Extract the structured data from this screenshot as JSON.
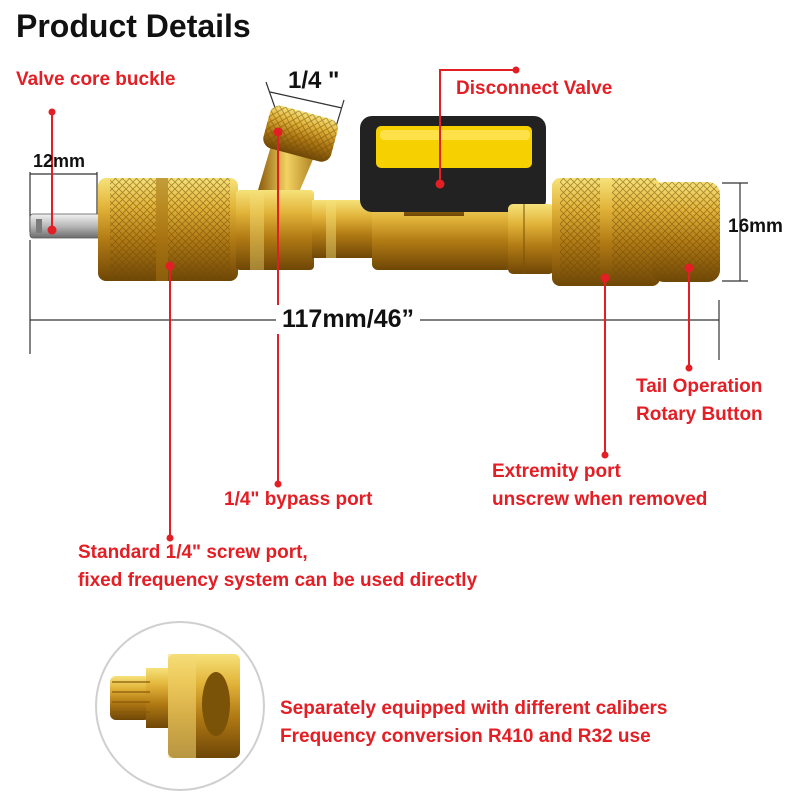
{
  "title": "Product Details",
  "dimensions": {
    "valve_core_length": "12mm",
    "bypass_size": "1/4 \"",
    "body_diameter": "16mm",
    "total_length": "117mm/46”"
  },
  "callouts": {
    "valve_core_buckle": "Valve core buckle",
    "disconnect_valve": "Disconnect Valve",
    "tail_operation": [
      "Tail Operation",
      "Rotary Button"
    ],
    "extremity_port": [
      "Extremity port",
      "unscrew when removed"
    ],
    "bypass_port": "1/4\" bypass port",
    "standard_port": [
      "Standard 1/4\" screw port,",
      "fixed frequency system can be used directly"
    ],
    "separately_equipped": [
      "Separately equipped with different calibers",
      "Frequency conversion R410 and R32 use"
    ]
  },
  "colors": {
    "callout_red": "#e31e24",
    "brass": "#d9a82a",
    "handle_yellow": "#f7d000",
    "handle_black": "#222222"
  }
}
